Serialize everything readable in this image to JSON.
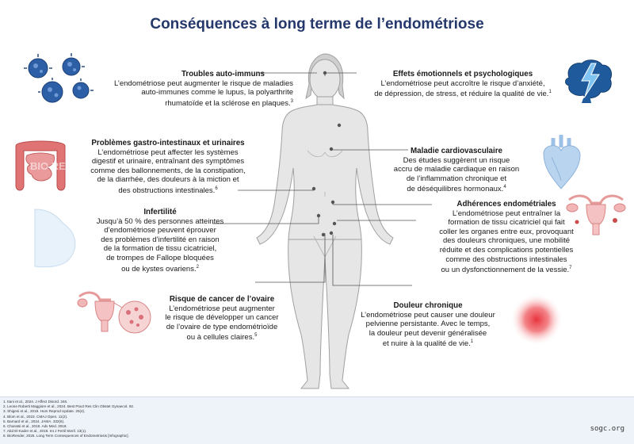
{
  "title": "Conséquences à long terme de l’endométriose",
  "sections": {
    "autoimmune": {
      "heading": "Troubles auto-immuns",
      "lines": [
        "L’endométriose peut augmenter le risque de maladies",
        "auto-immunes comme le lupus, la polyarthrite",
        "rhumatoïde et la sclérose en plaques."
      ],
      "ref": "3"
    },
    "emotional": {
      "heading": "Effets émotionnels et psychologiques",
      "lines": [
        "L’endométriose peut accroître le risque d’anxiété,",
        "de dépression, de stress, et réduire la qualité de vie."
      ],
      "ref": "1"
    },
    "gastro": {
      "heading": "Problèmes gastro-intestinaux et urinaires",
      "lines": [
        "L’endométriose peut affecter les systèmes",
        "digestif et urinaire, entraînant des symptômes",
        "comme des ballonnements, de la constipation,",
        "de la diarrhée, des douleurs à la miction et",
        "des obstructions intestinales."
      ],
      "ref": "6"
    },
    "cardio": {
      "heading": "Maladie cardiovasculaire",
      "lines": [
        "Des études suggèrent un risque",
        "accru de maladie cardiaque en raison",
        "de l’inflammation chronique et",
        "de déséquilibres hormonaux."
      ],
      "ref": "4"
    },
    "infertility": {
      "heading": "Infertilité",
      "lines": [
        "Jusqu’à 50 % des personnes atteintes",
        "d’endométriose peuvent éprouver",
        "des problèmes d’infertilité en raison",
        "de la formation de tissu cicatriciel,",
        "de trompes de Fallope bloquées",
        "ou de kystes ovariens."
      ],
      "ref": "2"
    },
    "adhesions": {
      "heading": "Adhérences endométriales",
      "lines": [
        "L’endométriose peut entraîner la",
        "formation de tissu cicatriciel qui fait",
        "coller les organes entre eux, provoquant",
        "des douleurs chroniques, une mobilité",
        "réduite et des complications potentielles",
        "comme des obstructions intestinales",
        "ou un dysfonctionnement de la vessie."
      ],
      "ref": "7"
    },
    "ovarian": {
      "heading": "Risque de cancer de l’ovaire",
      "lines": [
        "L’endométriose peut augmenter",
        "le risque de développer un cancer",
        "de l’ovaire de type endométrioïde",
        "ou à cellules claires."
      ],
      "ref": "5"
    },
    "pain": {
      "heading": "Douleur chronique",
      "lines": [
        "L’endométriose peut causer une douleur",
        "pelvienne persistante. Avec le temps,",
        "la douleur peut devenir généralisée",
        "et nuire à la qualité de vie."
      ],
      "ref": "1"
    }
  },
  "references": [
    "1.  Itani et al., 2024. J Affect Disord. 346.",
    "2.  Leone Roberti Maggiore et al., 2024. Best Pract Res Clin Obstet Gynaecol. 92.",
    "3.  Shigesi et al., 2019. Hum Reprod Update. 25(4).",
    "4.  Blom et al., 2023. CMAJ Open. 11(2).",
    "5.  Barnard et al., 2024. JAMA. 332(6).",
    "6.  Charatsi et al., 2018. Adv Med. 2018.",
    "7.  Abd El-Kader et al., 2019. Int J Fertil Steril. 13(1).",
    "8.  BioRender, 2025. Long Term Consequences of Endometriosis [Infographic]."
  ],
  "site": "sogc.org",
  "watermark": "BIO RENDER",
  "colors": {
    "title": "#24386b",
    "skin": "#e6e6e6",
    "skin_stroke": "#9a9a9a",
    "brain": "#1f5b9c",
    "heart": "#b9d4ee",
    "gut": "#e07373",
    "pain": "#e8343c",
    "footer": "#eef3fa"
  },
  "icons": [
    "autoimmune-cells-icon",
    "brain-lightning-icon",
    "intestine-icon",
    "heart-icon",
    "pregnant-belly-icon",
    "uterus-icon",
    "ovary-icon",
    "pain-spot-icon"
  ]
}
